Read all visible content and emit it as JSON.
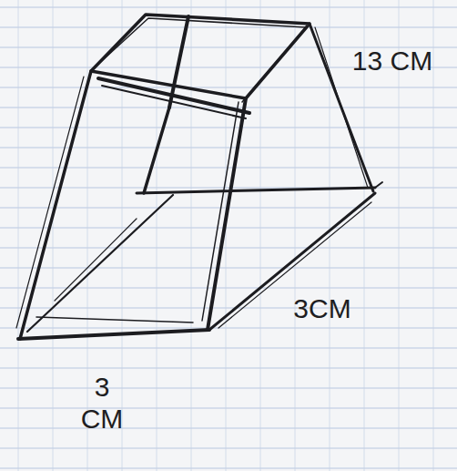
{
  "diagram": {
    "labels": [
      "13 CM",
      "3CM",
      "3 CM"
    ]
  }
}
